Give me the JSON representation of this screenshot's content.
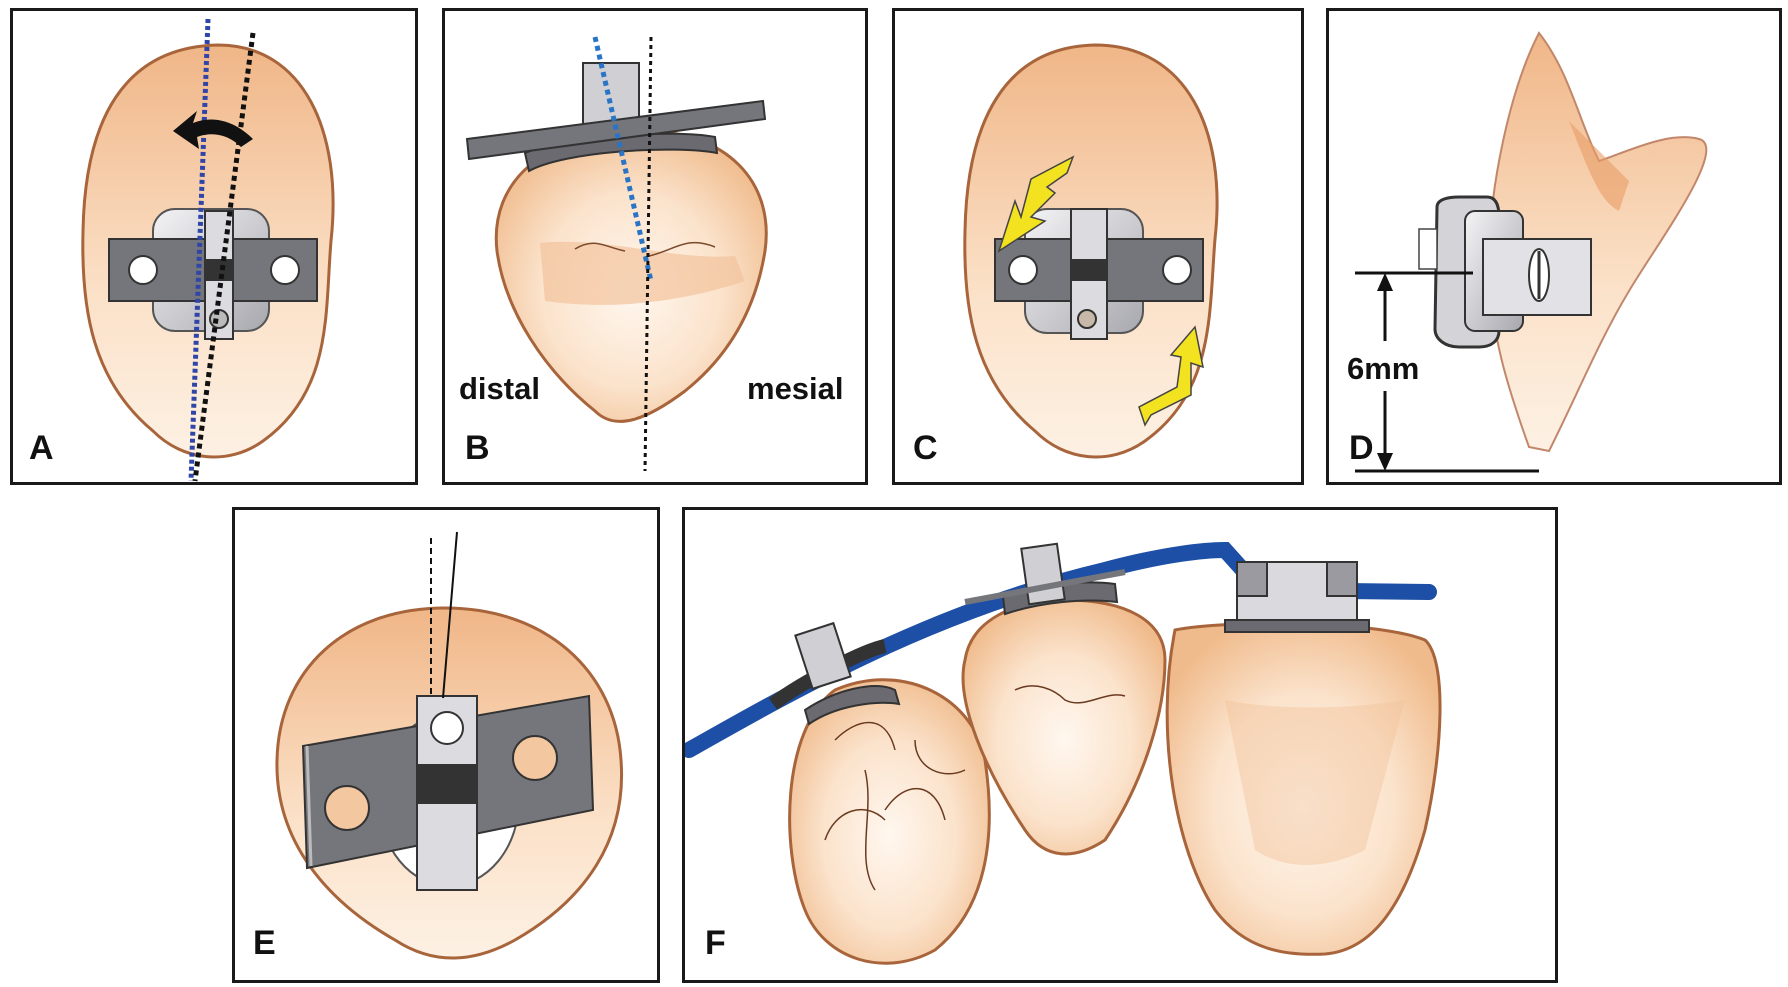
{
  "panels": [
    {
      "id": "A",
      "label": "A"
    },
    {
      "id": "B",
      "label": "B",
      "left_text": "distal",
      "right_text": "mesial"
    },
    {
      "id": "C",
      "label": "C"
    },
    {
      "id": "D",
      "label": "D",
      "measurement": "6mm"
    },
    {
      "id": "E",
      "label": "E"
    },
    {
      "id": "F",
      "label": "F"
    }
  ],
  "colors": {
    "tooth_fill": "#f3c7a0",
    "tooth_outline": "#a8643a",
    "wire": "#1d4fa6",
    "bracket_metal": "#75757c",
    "bracket_light": "#d9d9de",
    "arrow_yellow": "#f3e21f",
    "dotted_blue": "#2f46a8",
    "dotted_black": "#111111"
  }
}
